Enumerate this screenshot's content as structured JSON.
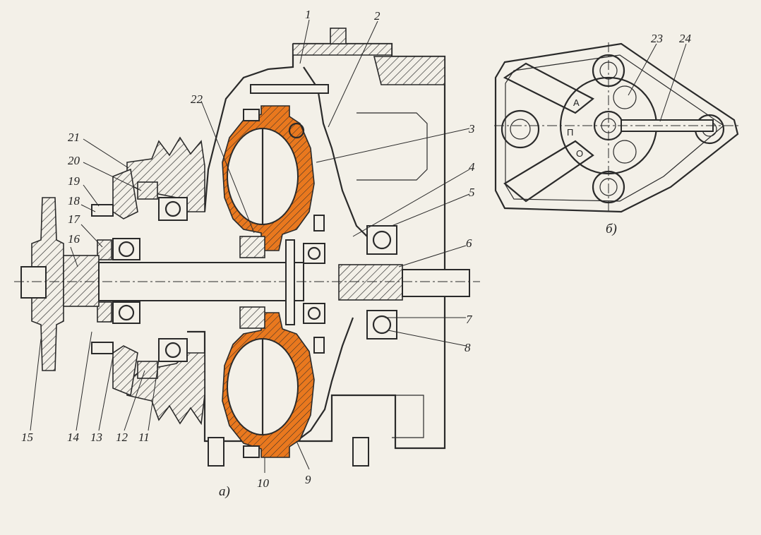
{
  "figure": {
    "caption_a": "а)",
    "caption_b": "б)",
    "part_numbers": [
      "1",
      "2",
      "3",
      "4",
      "5",
      "6",
      "7",
      "8",
      "9",
      "10",
      "11",
      "12",
      "13",
      "14",
      "15",
      "16",
      "17",
      "18",
      "19",
      "20",
      "21",
      "22",
      "23",
      "24"
    ],
    "valve_marks": [
      "А",
      "П",
      "О"
    ]
  },
  "colors": {
    "paper": "#f3f0e8",
    "line": "#2a2a2a",
    "fluid_coupling": "#e9781e"
  }
}
